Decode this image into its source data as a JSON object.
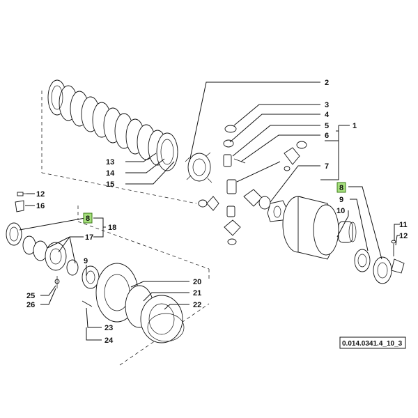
{
  "diagram_code": "0.014.0341.4_10_3",
  "highlight_color": "#a6e07d",
  "callouts": {
    "c1": "1",
    "c2": "2",
    "c3": "3",
    "c4": "4",
    "c5": "5",
    "c6": "6",
    "c7": "7",
    "c8a": "8",
    "c8b": "8",
    "c9a": "9",
    "c9b": "9",
    "c10": "10",
    "c11": "11",
    "c12a": "12",
    "c12b": "12",
    "c13": "13",
    "c14": "14",
    "c15": "15",
    "c16": "16",
    "c17": "17",
    "c18": "18",
    "c20": "20",
    "c21": "21",
    "c22": "22",
    "c23": "23",
    "c24": "24",
    "c25": "25",
    "c26": "26"
  }
}
